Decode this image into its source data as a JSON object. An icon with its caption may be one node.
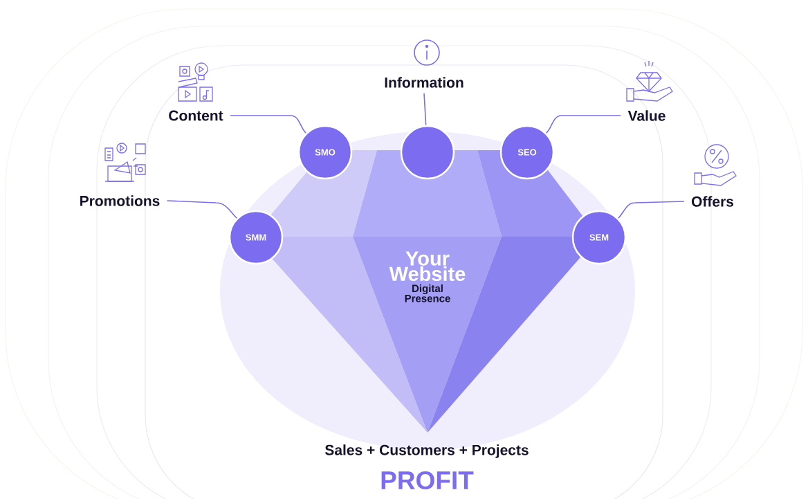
{
  "diagram": {
    "nodes": [
      {
        "text": [
          "Your Website",
          "Digital Presence"
        ]
      },
      {
        "text": [
          "Information"
        ]
      },
      {
        "text": [
          "Content"
        ]
      },
      {
        "text": [
          "Value"
        ]
      },
      {
        "text": [],
        "shape": "circle"
      },
      {
        "text": [
          "SMO"
        ]
      },
      {
        "text": [
          "SEO"
        ]
      },
      {
        "text": [
          "Promotions"
        ]
      },
      {
        "text": [
          "Offers"
        ]
      },
      {
        "text": [
          "SMM"
        ]
      },
      {
        "text": [
          "SEM"
        ]
      }
    ],
    "edges": [
      {
        "from": 1,
        "to": 4,
        "arrow": "none"
      },
      {
        "from": 2,
        "to": 5,
        "arrow": "none"
      },
      {
        "from": 3,
        "to": 6,
        "arrow": "none"
      },
      {
        "from": 7,
        "to": 9,
        "arrow": "none"
      },
      {
        "from": 8,
        "to": 10,
        "arrow": "none"
      }
    ],
    "labels": [
      "Sales + Customers + Projects",
      "PROFIT"
    ]
  }
}
